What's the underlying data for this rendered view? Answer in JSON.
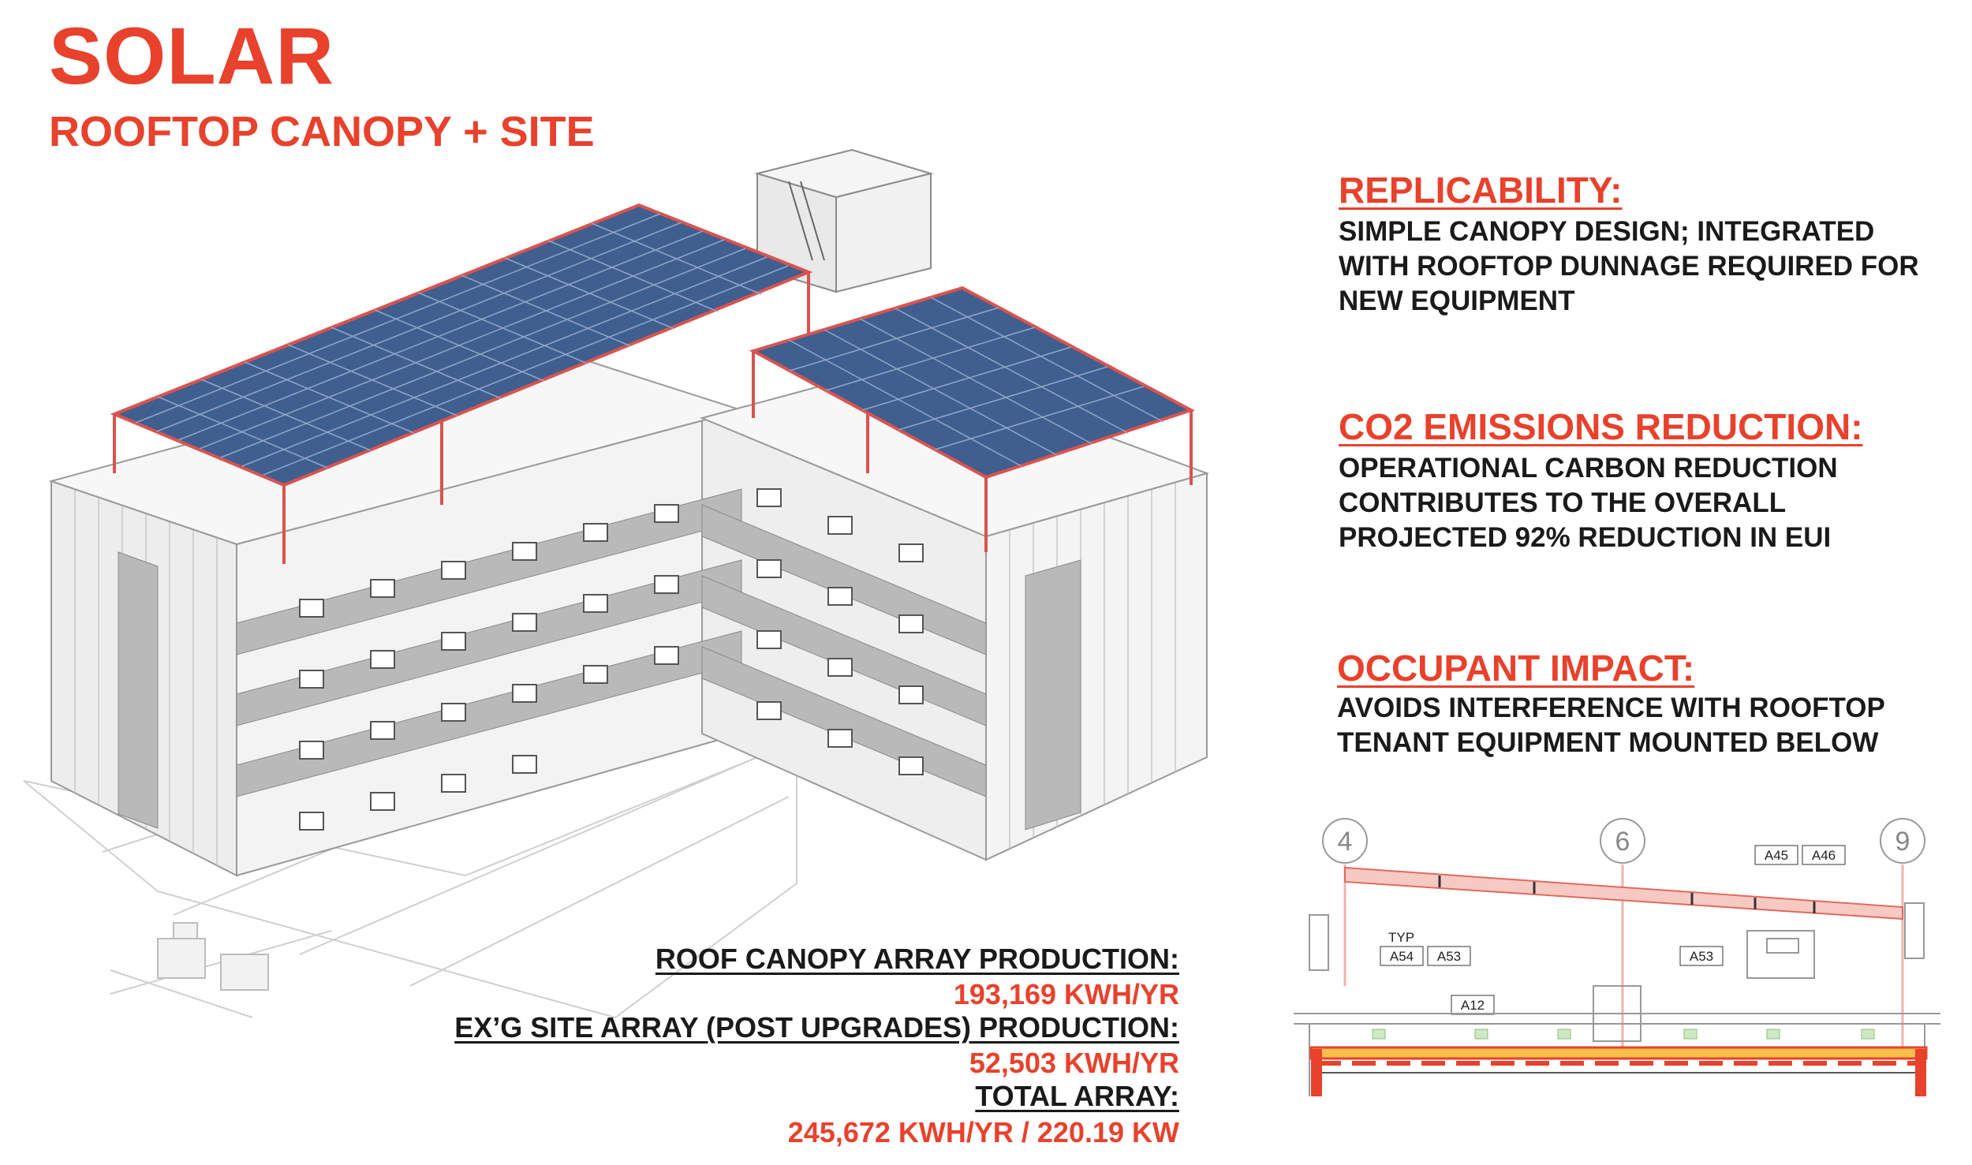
{
  "header": {
    "title": "SOLAR",
    "subtitle": "ROOFTOP CANOPY + SITE"
  },
  "sections": [
    {
      "heading": "REPLICABILITY:",
      "lines": [
        "SIMPLE CANOPY DESIGN; INTEGRATED",
        "WITH ROOFTOP DUNNAGE REQUIRED FOR",
        "NEW EQUIPMENT"
      ]
    },
    {
      "heading": "CO2 EMISSIONS REDUCTION:",
      "lines": [
        "OPERATIONAL CARBON REDUCTION",
        "CONTRIBUTES TO THE OVERALL",
        "PROJECTED 92% REDUCTION IN EUI"
      ]
    },
    {
      "heading": "OCCUPANT IMPACT:",
      "lines": [
        "AVOIDS INTERFERENCE WITH ROOFTOP",
        "TENANT EQUIPMENT MOUNTED BELOW"
      ]
    }
  ],
  "production": {
    "roof_label": "ROOF CANOPY ARRAY PRODUCTION:",
    "roof_value": "193,169 KWH/YR",
    "site_label": "EX’G SITE ARRAY (POST UPGRADES) PRODUCTION:",
    "site_value": "52,503 KWH/YR",
    "total_label": "TOTAL ARRAY:",
    "total_value": "245,672 KWH/YR /  220.19 KW"
  },
  "section_drawing": {
    "grid_labels": [
      "4",
      "6",
      "9"
    ],
    "tags": [
      "A45",
      "A46",
      "TYP",
      "A54",
      "A53",
      "A53",
      "A12"
    ]
  },
  "colors": {
    "accent": "#e8412c",
    "text": "#1a1a1a",
    "panel": "#3f5f8f",
    "canopy_frame": "#d9534f",
    "facade_band": "#b9b9b9",
    "wall": "#ececec"
  }
}
